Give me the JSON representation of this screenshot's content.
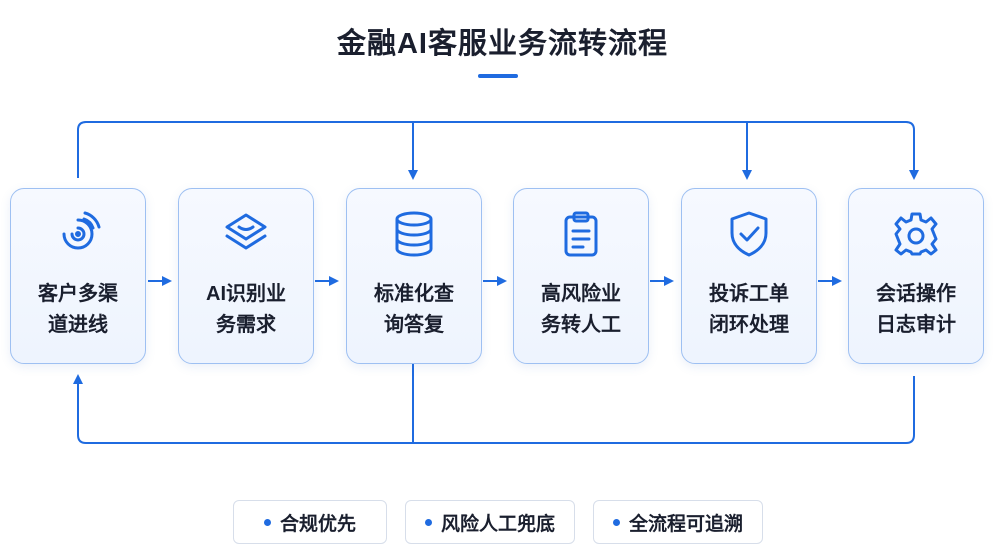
{
  "title": "金融AI客服业务流转流程",
  "steps": [
    {
      "line1": "客户多渠",
      "line2": "道进线",
      "icon": "channel-icon"
    },
    {
      "line1": "AI识别业",
      "line2": "务需求",
      "icon": "layers-icon"
    },
    {
      "line1": "标准化查",
      "line2": "询答复",
      "icon": "database-icon"
    },
    {
      "line1": "高风险业",
      "line2": "务转人工",
      "icon": "clipboard-icon"
    },
    {
      "line1": "投诉工单",
      "line2": "闭环处理",
      "icon": "shield-check-icon"
    },
    {
      "line1": "会话操作",
      "line2": "日志审计",
      "icon": "gear-icon"
    }
  ],
  "tags": [
    "合规优先",
    "风险人工兜底",
    "全流程可追溯"
  ],
  "colors": {
    "accent": "#1f6be0",
    "card_border": "#9ec0f2",
    "text": "#1a1f2e"
  }
}
